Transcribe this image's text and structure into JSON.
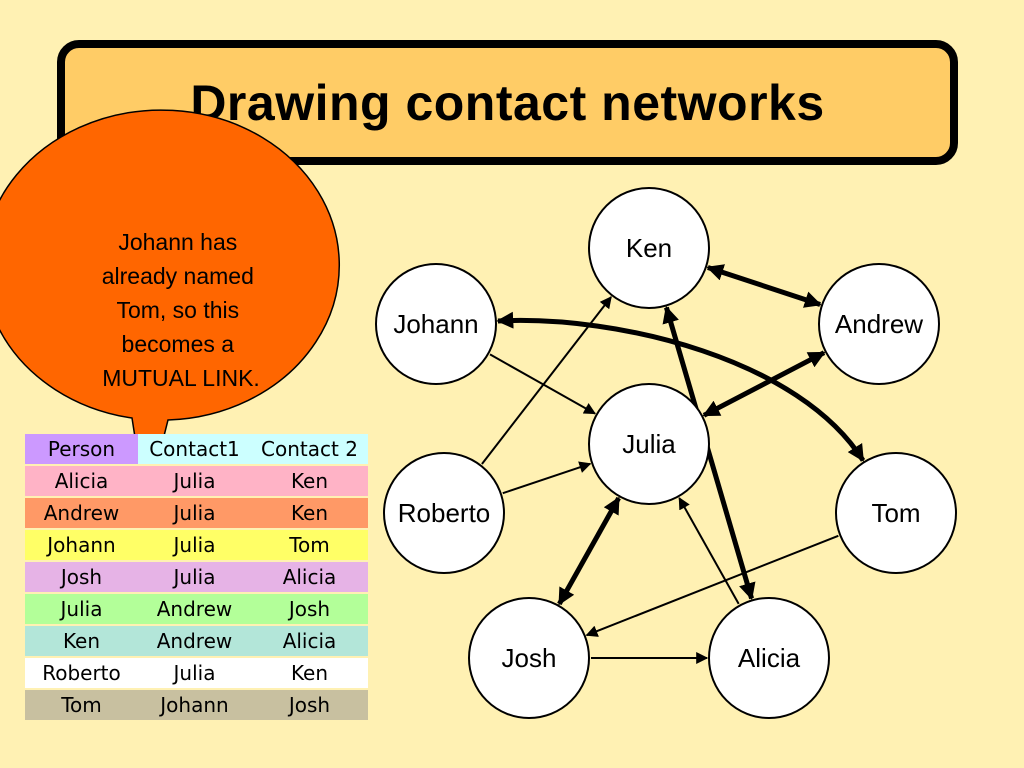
{
  "title": "Drawing contact networks",
  "callout": {
    "lines": [
      "Johann has",
      "already named",
      "Tom, so this",
      "becomes a",
      "MUTUAL LINK."
    ],
    "fill": "#ff6600"
  },
  "table": {
    "headers": [
      "Person",
      "Contact1",
      "Contact 2"
    ],
    "header_colors": [
      "#cc99ff",
      "#ccffff",
      "#ccffff"
    ],
    "rows": [
      {
        "cells": [
          "Alicia",
          "Julia",
          "Ken"
        ],
        "color": "#ffb3c6"
      },
      {
        "cells": [
          "Andrew",
          "Julia",
          "Ken"
        ],
        "color": "#ff9966"
      },
      {
        "cells": [
          "Johann",
          "Julia",
          "Tom"
        ],
        "color": "#ffff66"
      },
      {
        "cells": [
          "Josh",
          "Julia",
          "Alicia"
        ],
        "color": "#e6b3e6"
      },
      {
        "cells": [
          "Julia",
          "Andrew",
          "Josh"
        ],
        "color": "#b3ff99"
      },
      {
        "cells": [
          "Ken",
          "Andrew",
          "Alicia"
        ],
        "color": "#b3e6d9"
      },
      {
        "cells": [
          "Roberto",
          "Julia",
          "Ken"
        ],
        "color": "#ffffff"
      },
      {
        "cells": [
          "Tom",
          "Johann",
          "Josh"
        ],
        "color": "#c8c0a0"
      }
    ]
  },
  "network": {
    "nodes": [
      "Ken",
      "Johann",
      "Andrew",
      "Julia",
      "Roberto",
      "Tom",
      "Josh",
      "Alicia"
    ],
    "edges": [
      {
        "from": "Johann",
        "to": "Julia",
        "mutual": false
      },
      {
        "from": "Roberto",
        "to": "Ken",
        "mutual": false
      },
      {
        "from": "Roberto",
        "to": "Julia",
        "mutual": false
      },
      {
        "from": "Alicia",
        "to": "Julia",
        "mutual": false
      },
      {
        "from": "Tom",
        "to": "Josh",
        "mutual": false
      },
      {
        "from": "Josh",
        "to": "Alicia",
        "mutual": false
      },
      {
        "from": "Ken",
        "to": "Andrew",
        "mutual": true
      },
      {
        "from": "Andrew",
        "to": "Julia",
        "mutual": true
      },
      {
        "from": "Ken",
        "to": "Alicia",
        "mutual": true
      },
      {
        "from": "Julia",
        "to": "Josh",
        "mutual": true
      },
      {
        "from": "Johann",
        "to": "Tom",
        "mutual": true
      }
    ]
  }
}
